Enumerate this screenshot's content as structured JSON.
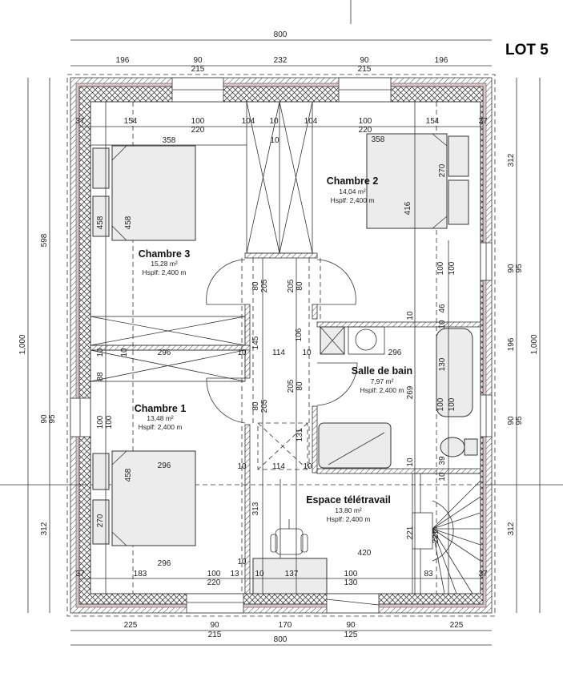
{
  "title": "LOT 5",
  "rooms": [
    {
      "name": "Chambre 3",
      "area": "15,28 m²",
      "height": "Hsplf: 2,400 m"
    },
    {
      "name": "Chambre 2",
      "area": "14,04 m²",
      "height": "Hsplf: 2,400 m"
    },
    {
      "name": "Salle de bain",
      "area": "7,97 m²",
      "height": "Hsplf: 2,400 m"
    },
    {
      "name": "Chambre 1",
      "area": "13,48 m²",
      "height": "Hsplf: 2,400 m"
    },
    {
      "name": "Espace télétravail",
      "area": "13,80 m²",
      "height": "Hsplf: 2,400 m"
    }
  ],
  "dimensions": [
    "800",
    "196",
    "90",
    "215",
    "232",
    "90",
    "215",
    "196",
    "37",
    "154",
    "100",
    "220",
    "104",
    "10",
    "104",
    "100",
    "220",
    "154",
    "37",
    "358",
    "10",
    "358",
    "458",
    "458",
    "270",
    "416",
    "80",
    "205",
    "205",
    "80",
    "106",
    "145",
    "10",
    "114",
    "10",
    "296",
    "10",
    "10",
    "88",
    "205",
    "80",
    "80",
    "205",
    "131",
    "10",
    "114",
    "10",
    "100",
    "100",
    "10",
    "46",
    "10",
    "296",
    "130",
    "269",
    "100",
    "100",
    "10",
    "39",
    "10",
    "100",
    "100",
    "296",
    "458",
    "270",
    "313",
    "420",
    "221",
    "221",
    "37",
    "183",
    "100",
    "220",
    "13",
    "10",
    "10",
    "137",
    "100",
    "130",
    "83",
    "37",
    "296",
    "225",
    "90",
    "215",
    "170",
    "90",
    "125",
    "225",
    "800",
    "1,000",
    "598",
    "90",
    "95",
    "312",
    "312",
    "90",
    "95",
    "196",
    "90",
    "95",
    "312",
    "1,000"
  ]
}
